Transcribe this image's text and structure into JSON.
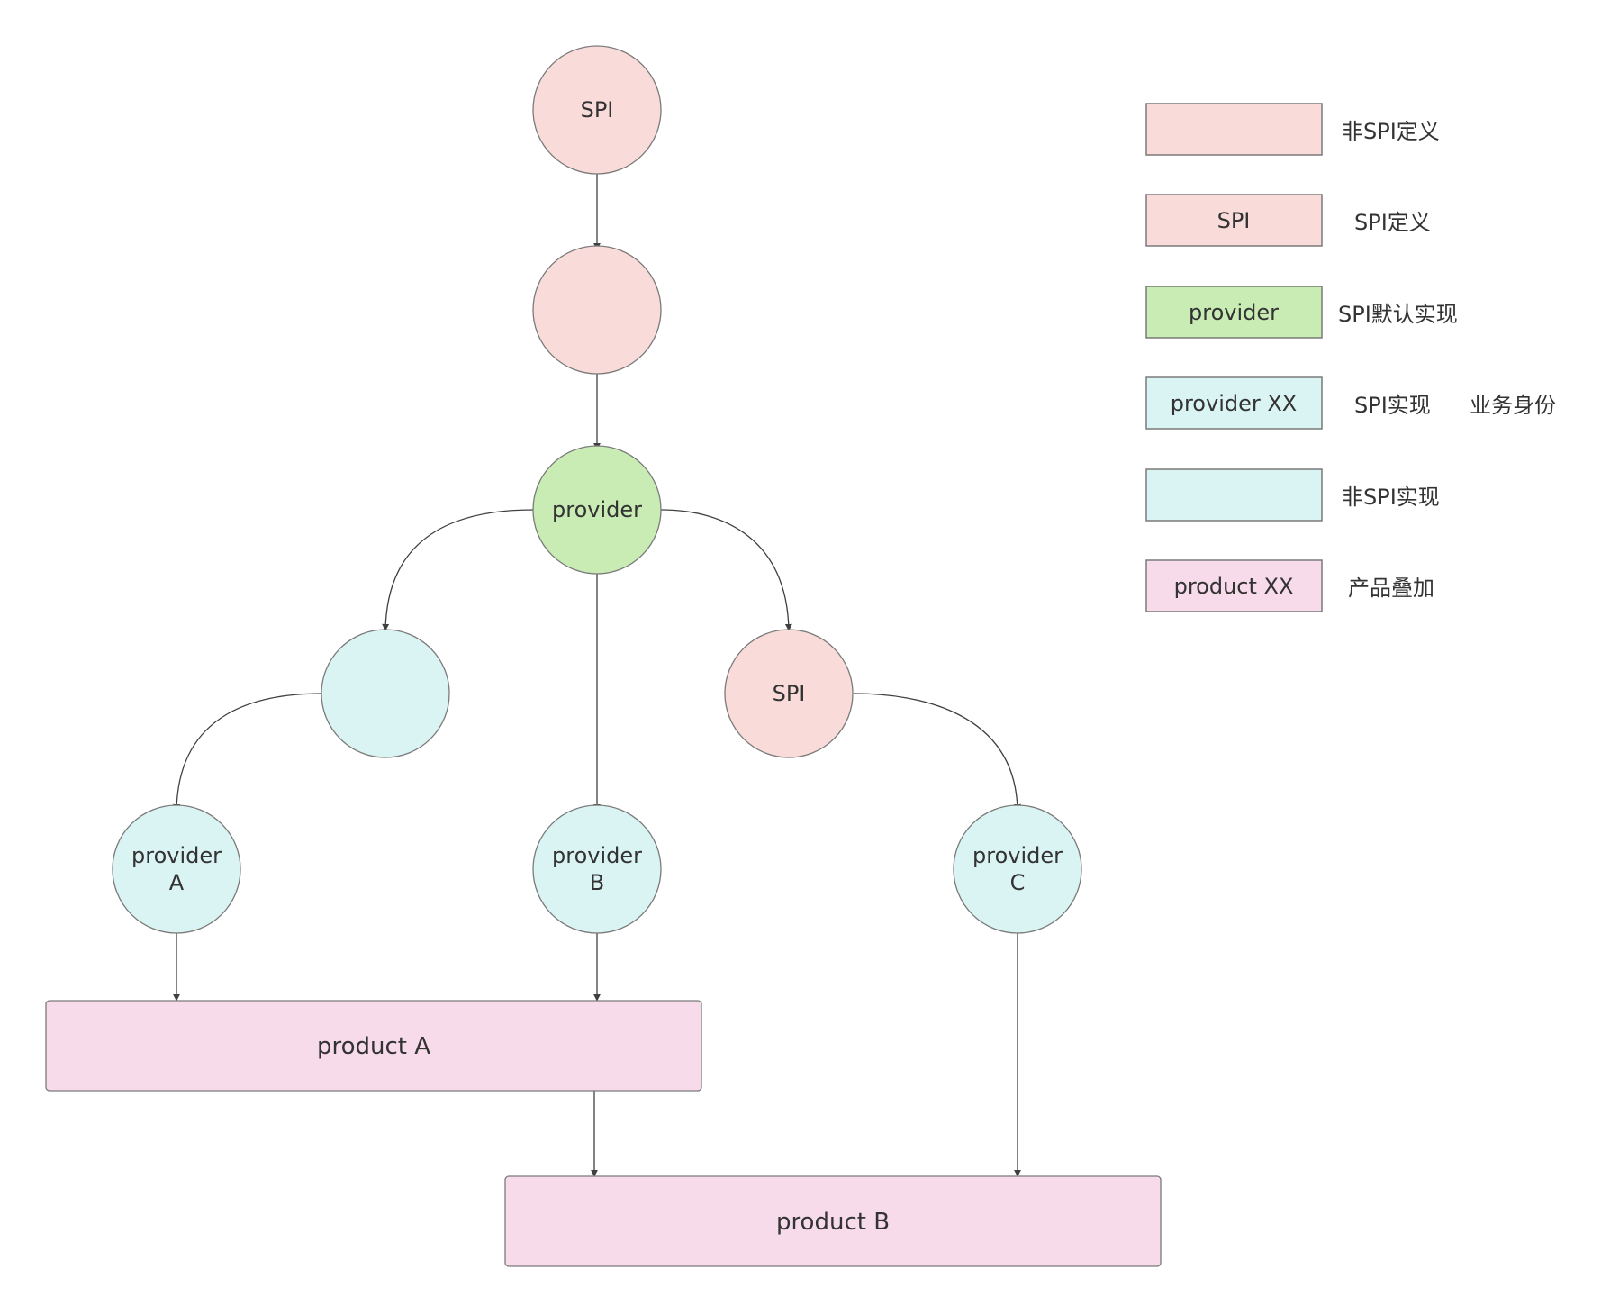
{
  "colors": {
    "spi": "#f9dcda",
    "provider_default": "#c8ecb4",
    "impl": "#daf4f3",
    "product": "#f7dbea",
    "stroke": "#7a7a7a",
    "edge": "#404040"
  },
  "nodes": {
    "spi_top": {
      "label": "SPI"
    },
    "non_spi_def": {
      "label": ""
    },
    "provider": {
      "label": "provider"
    },
    "non_spi_impl": {
      "label": ""
    },
    "spi_right": {
      "label": "SPI"
    },
    "provider_a": {
      "line1": "provider",
      "line2": "A"
    },
    "provider_b": {
      "line1": "provider",
      "line2": "B"
    },
    "provider_c": {
      "line1": "provider",
      "line2": "C"
    },
    "product_a": {
      "label": "product A"
    },
    "product_b": {
      "label": "product B"
    }
  },
  "legend": [
    {
      "box_label": "",
      "desc": "非SPI定义",
      "extra": ""
    },
    {
      "box_label": "SPI",
      "desc": "SPI定义",
      "extra": ""
    },
    {
      "box_label": "provider",
      "desc": "SPI默认实现",
      "extra": ""
    },
    {
      "box_label": "provider XX",
      "desc": "SPI实现",
      "extra": "业务身份"
    },
    {
      "box_label": "",
      "desc": "非SPI实现",
      "extra": ""
    },
    {
      "box_label": "product XX",
      "desc": "产品叠加",
      "extra": ""
    }
  ]
}
